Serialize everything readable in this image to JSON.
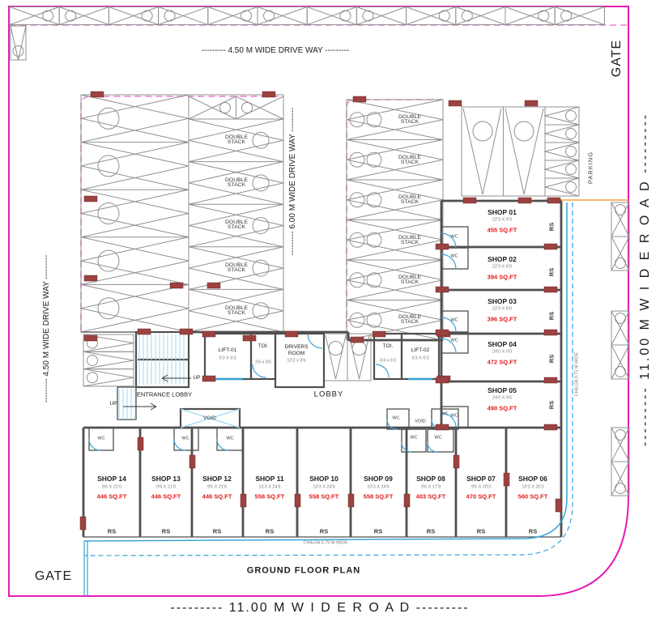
{
  "title": "GROUND FLOOR PLAN",
  "roads": {
    "top_driveway": "--------- 4.50 M  WIDE DRIVE WAY ---------",
    "left_driveway": "--------- 4.50 M  WIDE DRIVE WAY ---------",
    "center_driveway": "--------- 6.00 M  WIDE DRIVE WAY ---------",
    "right_road": "--------- 11.00 M  W I D E   R O A D ---------",
    "bottom_road": "--------- 11.00 M  W I D E   R O A D ---------",
    "gate_top_right": "GATE",
    "gate_bottom_left": "GATE"
  },
  "parking": {
    "double_stack_line1": "DOUBLE",
    "double_stack_line2": "STACK",
    "parking_label": "PARKING",
    "chajja_right": "CHAJJA 0.75 M WIDE",
    "chajja_bottom": "CHAJJA 0.75 M WIDE"
  },
  "lobby": {
    "entrance_lobby": "ENTRANCE LOBBY",
    "lobby": "LOBBY",
    "up": "UP",
    "lift1_name": "LIFT-01",
    "lift1_dims": "6'3 X 6'3",
    "lift2_name": "LIFT-02",
    "lift2_dims": "6'3 X 6'3",
    "toi1_name": "TOI.",
    "toi1_dims": "3'6 x 8'6",
    "toi2_name": "TOI.",
    "toi2_dims": "4'4 x 6'3",
    "drivers_name1": "DRIVERS",
    "drivers_name2": "ROOM",
    "drivers_dims": "10'2 x 8'6",
    "void": "VOID",
    "wc": "WC",
    "rs": "RS"
  },
  "shops": [
    {
      "name": "SHOP 01",
      "dims": "22'3 X 9'3",
      "area": "455 SQ.FT"
    },
    {
      "name": "SHOP 02",
      "dims": "22'3 X 8'0",
      "area": "394 SQ.FT"
    },
    {
      "name": "SHOP 03",
      "dims": "22'3 X 8'0",
      "area": "396 SQ.FT"
    },
    {
      "name": "SHOP 04",
      "dims": "24'0 X 9'0",
      "area": "472 SQ.FT"
    },
    {
      "name": "SHOP 05",
      "dims": "24'0 X 9'6",
      "area": "490 SQ.FT"
    },
    {
      "name": "SHOP 06",
      "dims": "10'3 X 20'3",
      "area": "560 SQ.FT"
    },
    {
      "name": "SHOP 07",
      "dims": "9'6 X 20'3",
      "area": "470 SQ.FT"
    },
    {
      "name": "SHOP 08",
      "dims": "9'6 X 17'3",
      "area": "403 SQ.FT"
    },
    {
      "name": "SHOP 09",
      "dims": "10'3 X 24'6",
      "area": "558 SQ.FT"
    },
    {
      "name": "SHOP 10",
      "dims": "10'3 X 24'6",
      "area": "558 SQ.FT"
    },
    {
      "name": "SHOP 11",
      "dims": "10'3 X 24'6",
      "area": "558 SQ.FT"
    },
    {
      "name": "SHOP 12",
      "dims": "9'6 X 21'0",
      "area": "446 SQ.FT"
    },
    {
      "name": "SHOP 13",
      "dims": "9'6 X 21'0",
      "area": "446 SQ.FT"
    },
    {
      "name": "SHOP 14",
      "dims": "9'6 X 21'0",
      "area": "446 SQ.FT"
    }
  ],
  "colors": {
    "boundary": "#e31bb5",
    "boundary_dashed": "#ee7ed2",
    "wall": "#4f4f4f",
    "column": "#9c4240",
    "area_text": "#e01b1b",
    "annotation_blue": "#3aa4d8",
    "stall_line": "#909090",
    "chajja_orange": "#f2a33c"
  }
}
